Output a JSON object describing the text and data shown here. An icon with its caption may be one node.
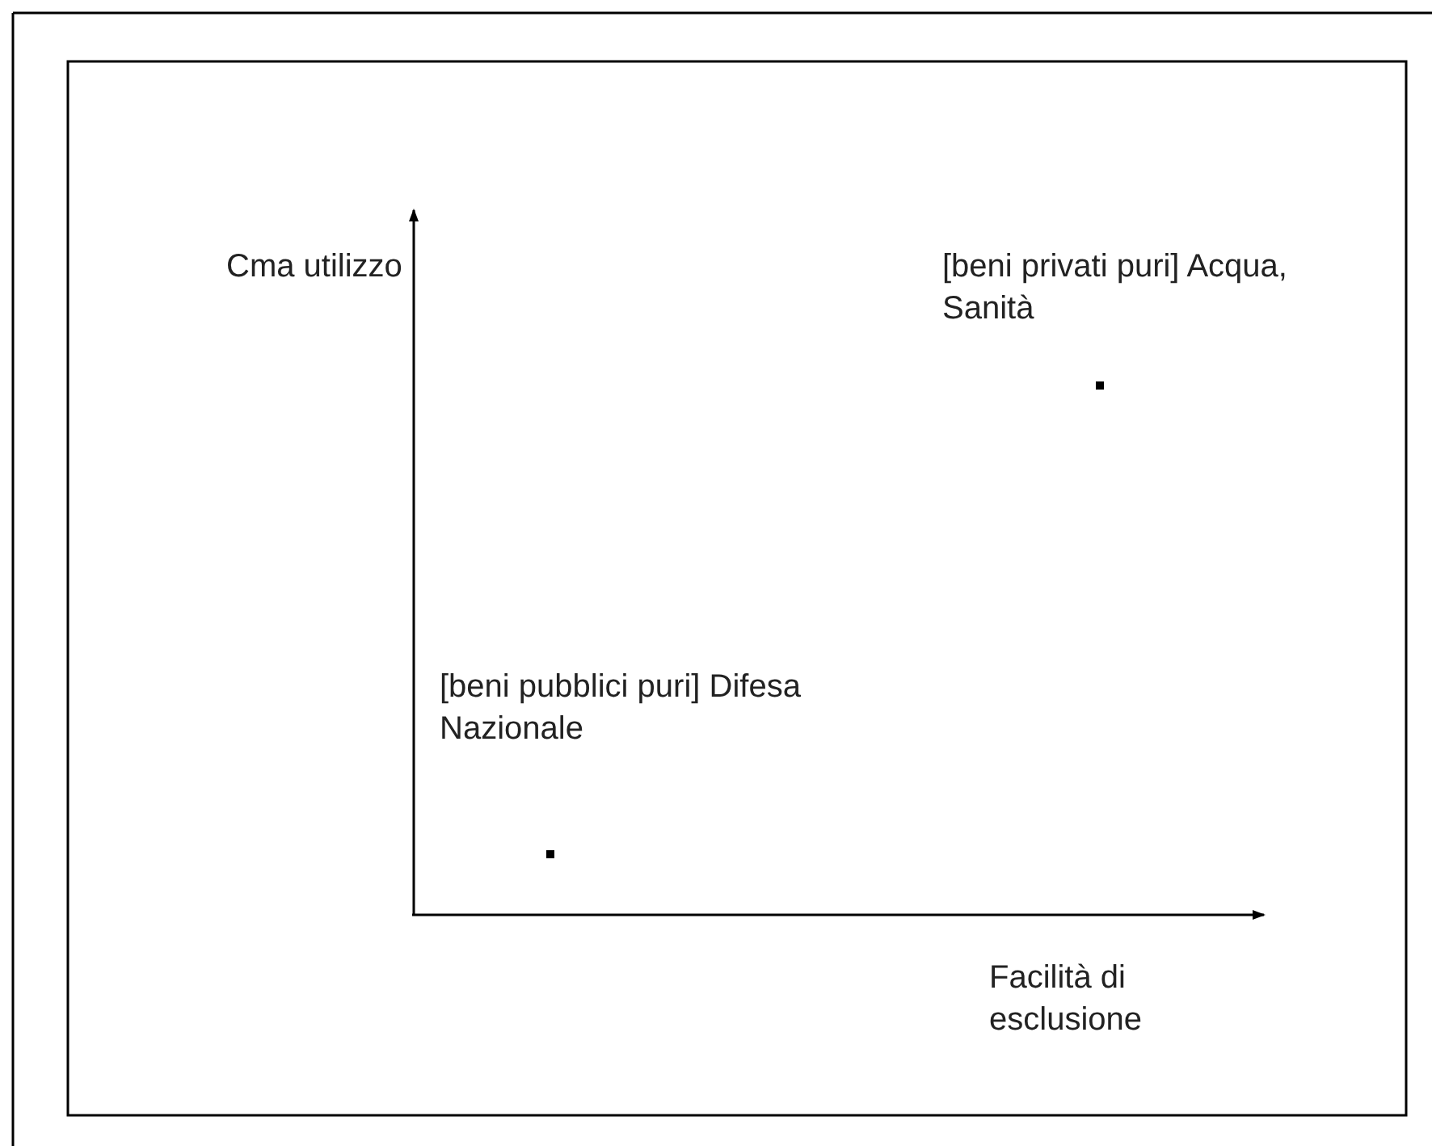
{
  "diagram": {
    "labels": [
      "Cma utilizzo",
      "[beni privati puri] Acqua, Sanità",
      "[beni pubblici puri] Difesa Nazionale",
      "Facilità di esclusione"
    ]
  }
}
